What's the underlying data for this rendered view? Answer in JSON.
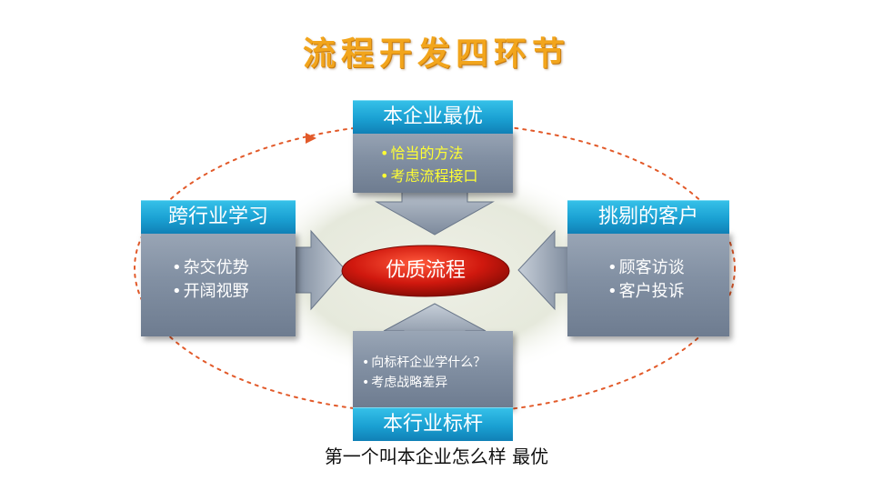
{
  "title": "流程开发四环节",
  "center": {
    "label": "优质流程"
  },
  "boxes": {
    "top": {
      "header": "本企业最优",
      "items": [
        "恰当的方法",
        "考虑流程接口"
      ]
    },
    "left": {
      "header": "跨行业学习",
      "items": [
        "杂交优势",
        "开阔视野"
      ]
    },
    "right": {
      "header": "挑剔的客户",
      "items": [
        "顾客访谈",
        "客户投诉"
      ]
    },
    "bottom": {
      "header": "本行业标杆",
      "items": [
        "向标杆企业学什么？",
        "考虑战略差异"
      ]
    }
  },
  "subtitle": "第一个叫本企业怎么样 最优",
  "colors": {
    "title": "#f2a51c",
    "header": "#1aa0d2",
    "box_body": "#8290a3",
    "center_fill": "#c8190f",
    "cycle_line": "#e25a2a",
    "top_bullet_text": "#ffff33"
  }
}
